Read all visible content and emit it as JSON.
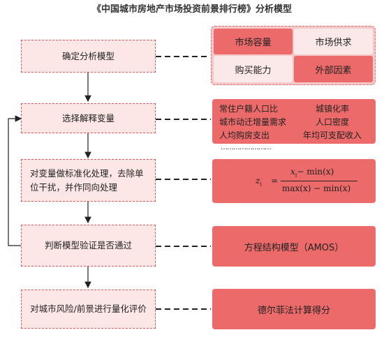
{
  "title": "《中国城市房地产市场投资前景排行榜》分析模型",
  "steps": [
    "确定分析模型",
    "选择解释变量",
    "对变量做标准化处理，去除单位干扰，并作同向处理",
    "判断模型验证是否通过",
    "对城市风险/前景进行量化评价"
  ],
  "model_cells": [
    "市场容量",
    "市场供求",
    "购买能力",
    "外部因素"
  ],
  "variables": [
    "常住户籍人口比",
    "城镇化率",
    "城市动迁增量需求",
    "人口密度",
    "人均购房支出",
    "年均可支配收入"
  ],
  "ellipsis": "……………………",
  "formula": {
    "lhs": "z",
    "lhs_sub": "i",
    "eq": "=",
    "num_x": "x",
    "num_sub": "i",
    "num_rest": "− min(x)",
    "den": "max(x) − min(x)"
  },
  "right_boxes": {
    "sem": "方程结构模型（AMOS）",
    "delphi": "德尔菲法计算得分"
  },
  "colors": {
    "step_fill": "#fde6e6",
    "step_border": "#d65a5a",
    "accent": "#ec6a6a",
    "panel_fill": "#f4c8c8",
    "light_cell": "#fbe9e9"
  }
}
